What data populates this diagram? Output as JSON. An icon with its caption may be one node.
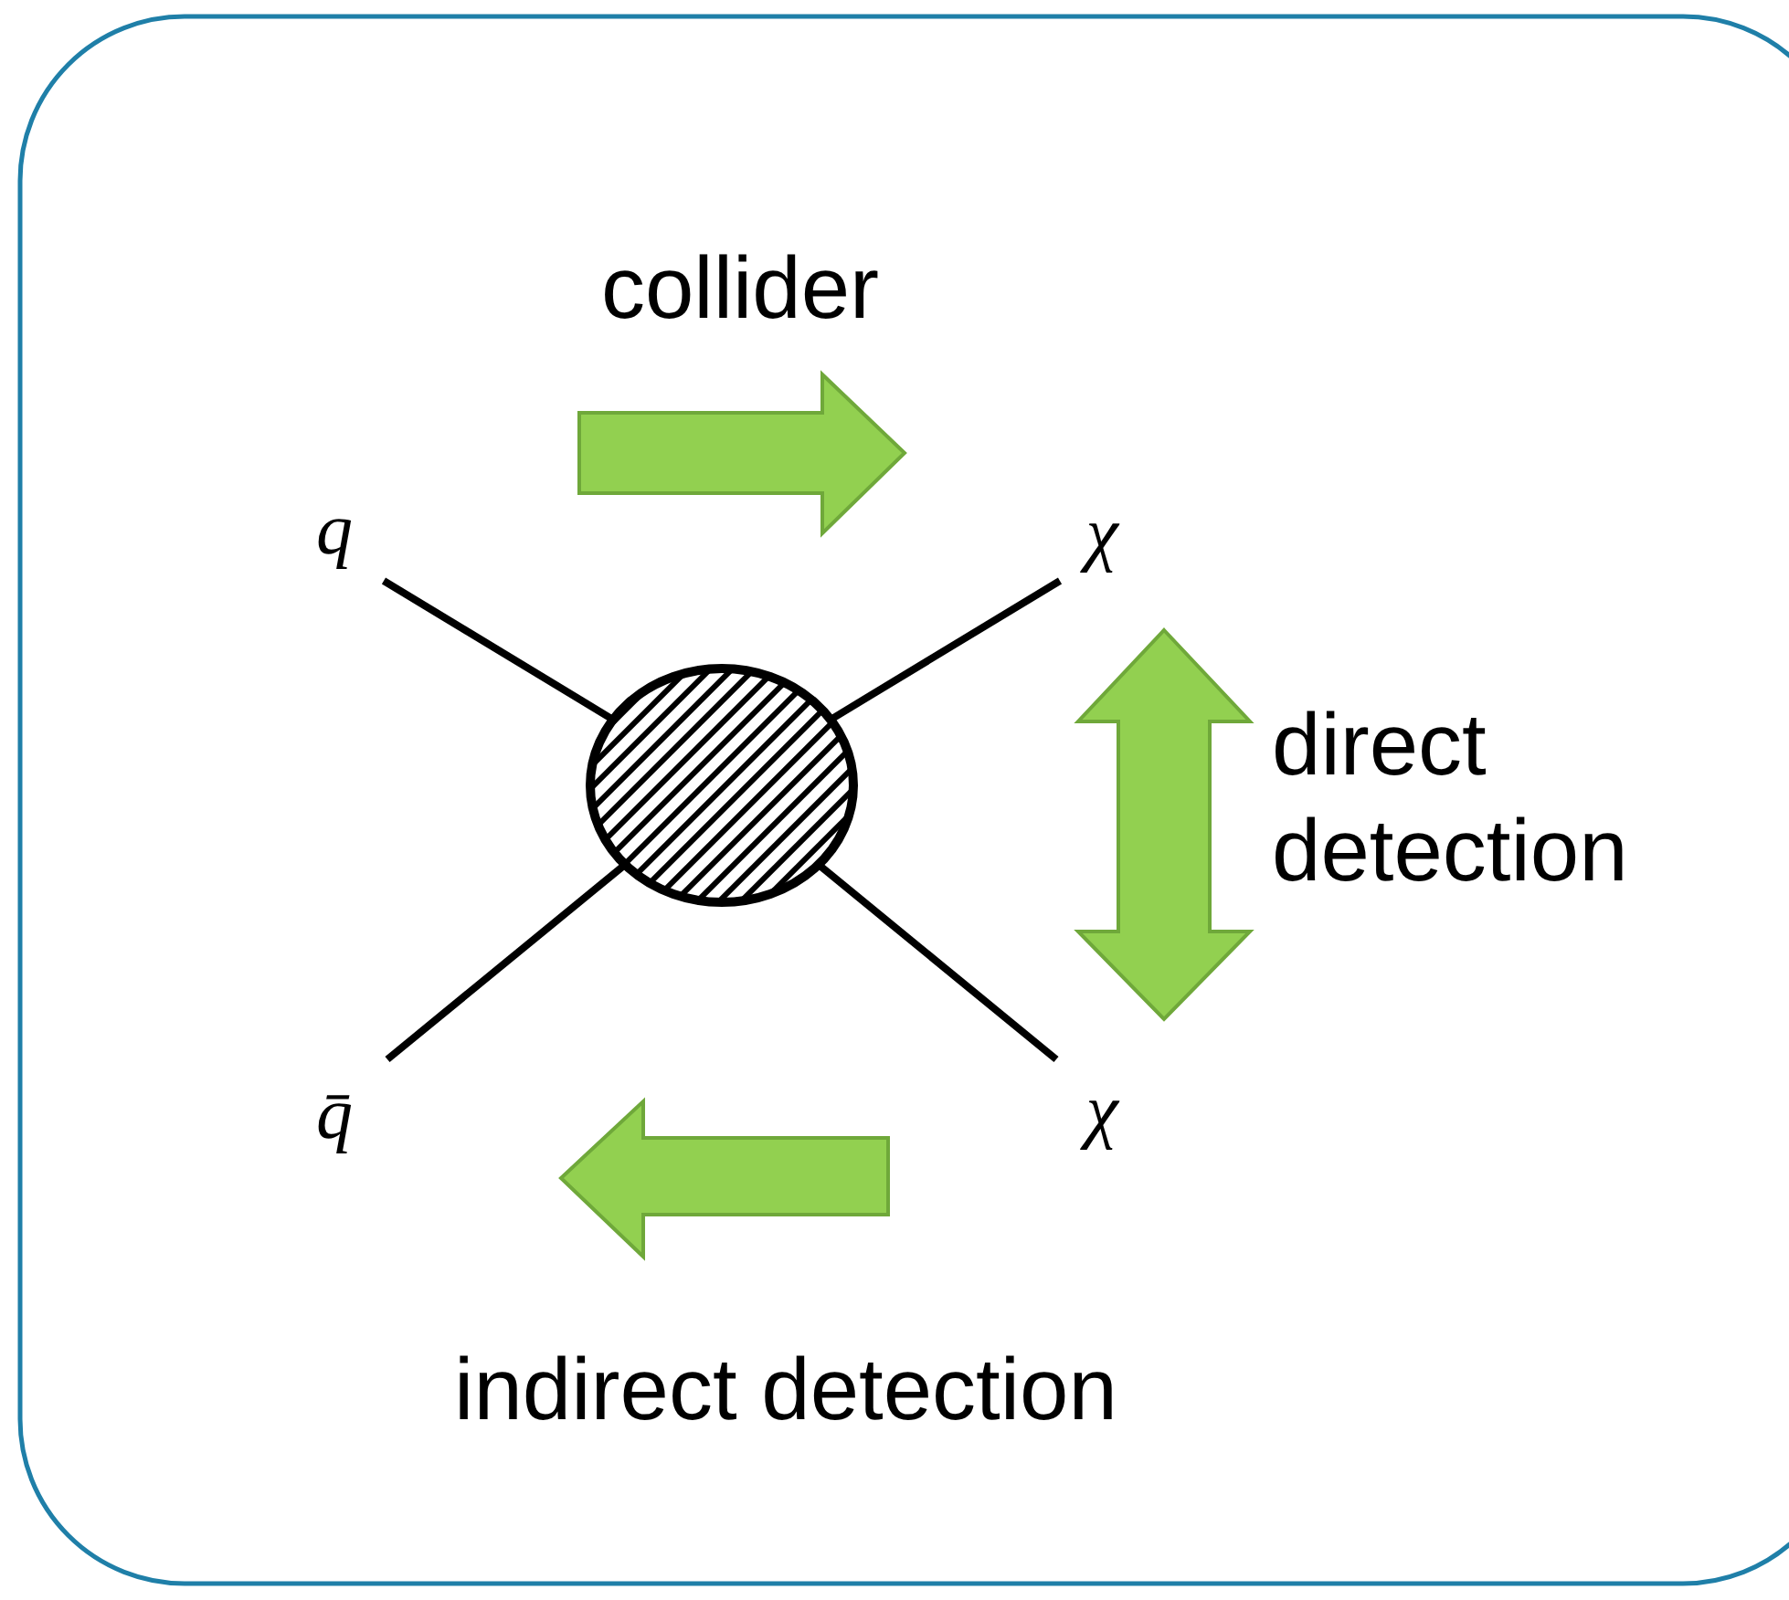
{
  "diagram": {
    "nodes": [
      {
        "text": [
          "q"
        ]
      },
      {
        "text": [
          "χ"
        ]
      },
      {
        "text": [
          "q̄"
        ]
      },
      {
        "text": [
          "χ"
        ]
      },
      {
        "text": [],
        "shape": "circle"
      }
    ],
    "edges": [
      {
        "from": 0,
        "to": 4,
        "arrow": "none"
      },
      {
        "from": 4,
        "to": 1,
        "arrow": "none"
      },
      {
        "from": 2,
        "to": 4,
        "arrow": "none"
      },
      {
        "from": 4,
        "to": 3,
        "arrow": "none"
      }
    ],
    "labels": [
      "collider",
      "direct detection",
      "indirect detection"
    ]
  }
}
